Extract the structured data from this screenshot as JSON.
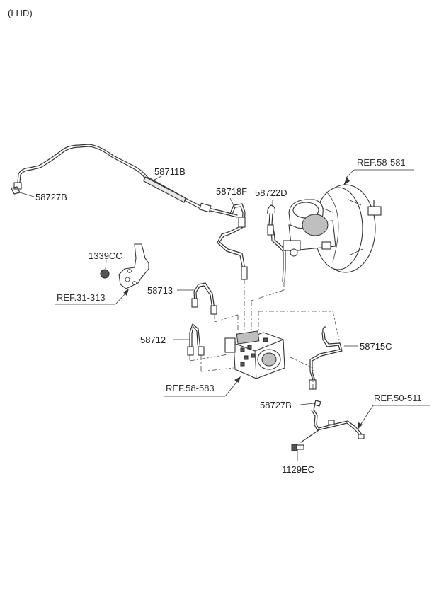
{
  "header": {
    "variant": "(LHD)"
  },
  "parts": [
    {
      "id": "58727B_top",
      "text": "58727B"
    },
    {
      "id": "58711B",
      "text": "58711B"
    },
    {
      "id": "58718F",
      "text": "58718F"
    },
    {
      "id": "58722D",
      "text": "58722D"
    },
    {
      "id": "1339CC",
      "text": "1339CC"
    },
    {
      "id": "58713",
      "text": "58713"
    },
    {
      "id": "58712",
      "text": "58712"
    },
    {
      "id": "58715C",
      "text": "58715C"
    },
    {
      "id": "58727B_bottom",
      "text": "58727B"
    },
    {
      "id": "1129EC",
      "text": "1129EC"
    }
  ],
  "references": [
    {
      "id": "ref-58-581",
      "text": "REF.58-581"
    },
    {
      "id": "ref-31-313",
      "text": "REF.31-313"
    },
    {
      "id": "ref-58-583",
      "text": "REF.58-583"
    },
    {
      "id": "ref-50-511",
      "text": "REF.50-511"
    }
  ]
}
